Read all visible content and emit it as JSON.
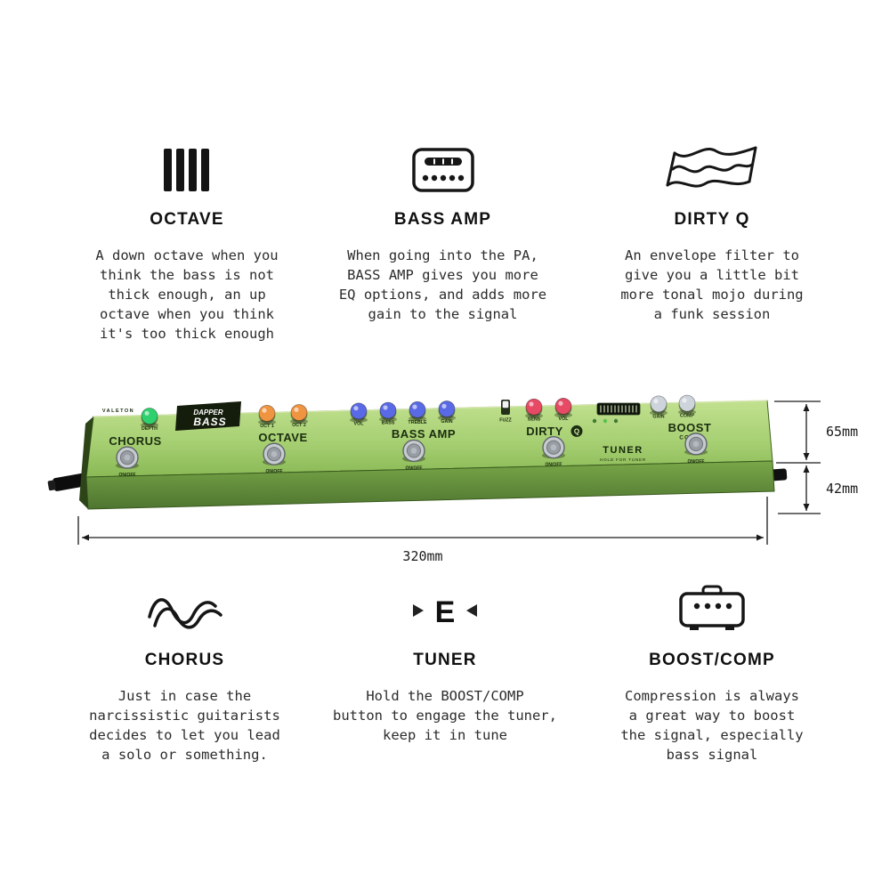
{
  "features_top": [
    {
      "title": "OCTAVE",
      "icon": "piano-keys-icon",
      "text": "A down octave when you\nthink the bass is not\nthick enough, an up\noctave when you think\nit's too thick enough"
    },
    {
      "title": "BASS AMP",
      "icon": "bass-amp-icon",
      "text": "When going into the PA,\nBASS AMP gives you more\nEQ options, and adds more\ngain to the signal"
    },
    {
      "title": "DIRTY Q",
      "icon": "envelope-wave-icon",
      "text": "An envelope filter to\ngive you a little bit\nmore tonal mojo during\na funk session"
    }
  ],
  "features_bottom": [
    {
      "title": "CHORUS",
      "icon": "chorus-waves-icon",
      "text": "Just in case the\nnarcissistic guitarists\ndecides to let you lead\na solo or something."
    },
    {
      "title": "TUNER",
      "icon": "tuner-note-icon",
      "text": "Hold the BOOST/COMP\nbutton to engage the tuner,\nkeep it in tune"
    },
    {
      "title": "BOOST/COMP",
      "icon": "amp-head-icon",
      "text": "Compression is always\na great way to boost\nthe signal, especially\nbass signal"
    }
  ],
  "dimensions": {
    "height_top": "65mm",
    "depth": "42mm",
    "width": "320mm"
  },
  "pedal": {
    "brand": "VALETON",
    "logo_line1": "DAPPER",
    "logo_line2": "BASS",
    "tuner_label": "TUNER",
    "tuner_sub": "HOLD FOR TUNER",
    "onoff_label": "ON/OFF",
    "body_color_top": "#a6cf72",
    "body_color_front": "#4e7530",
    "sections": [
      {
        "name": "CHORUS"
      },
      {
        "name": "OCTAVE"
      },
      {
        "name": "BASS AMP"
      },
      {
        "name": "DIRTY",
        "badge": "Q"
      },
      {
        "name": "BOOST",
        "sub": "COMP"
      }
    ],
    "knobs": [
      {
        "label": "DEPTH",
        "color": "#2fd06e"
      },
      {
        "label": "OCT 1",
        "color": "#ef9440"
      },
      {
        "label": "OCT 2",
        "color": "#ef9440"
      },
      {
        "label": "VOL",
        "color": "#5a6ae6"
      },
      {
        "label": "BASS",
        "color": "#5a6ae6"
      },
      {
        "label": "TREBLE",
        "color": "#5a6ae6"
      },
      {
        "label": "GAIN",
        "color": "#5a6ae6"
      },
      {
        "label": "FUZZ",
        "color": "#f2f2f2",
        "type": "toggle"
      },
      {
        "label": "SENS",
        "color": "#e64a64"
      },
      {
        "label": "VOL",
        "color": "#e64a64"
      },
      {
        "label": "GAIN",
        "color": "#ced4dc"
      },
      {
        "label": "COMP",
        "color": "#ced4dc"
      }
    ]
  }
}
